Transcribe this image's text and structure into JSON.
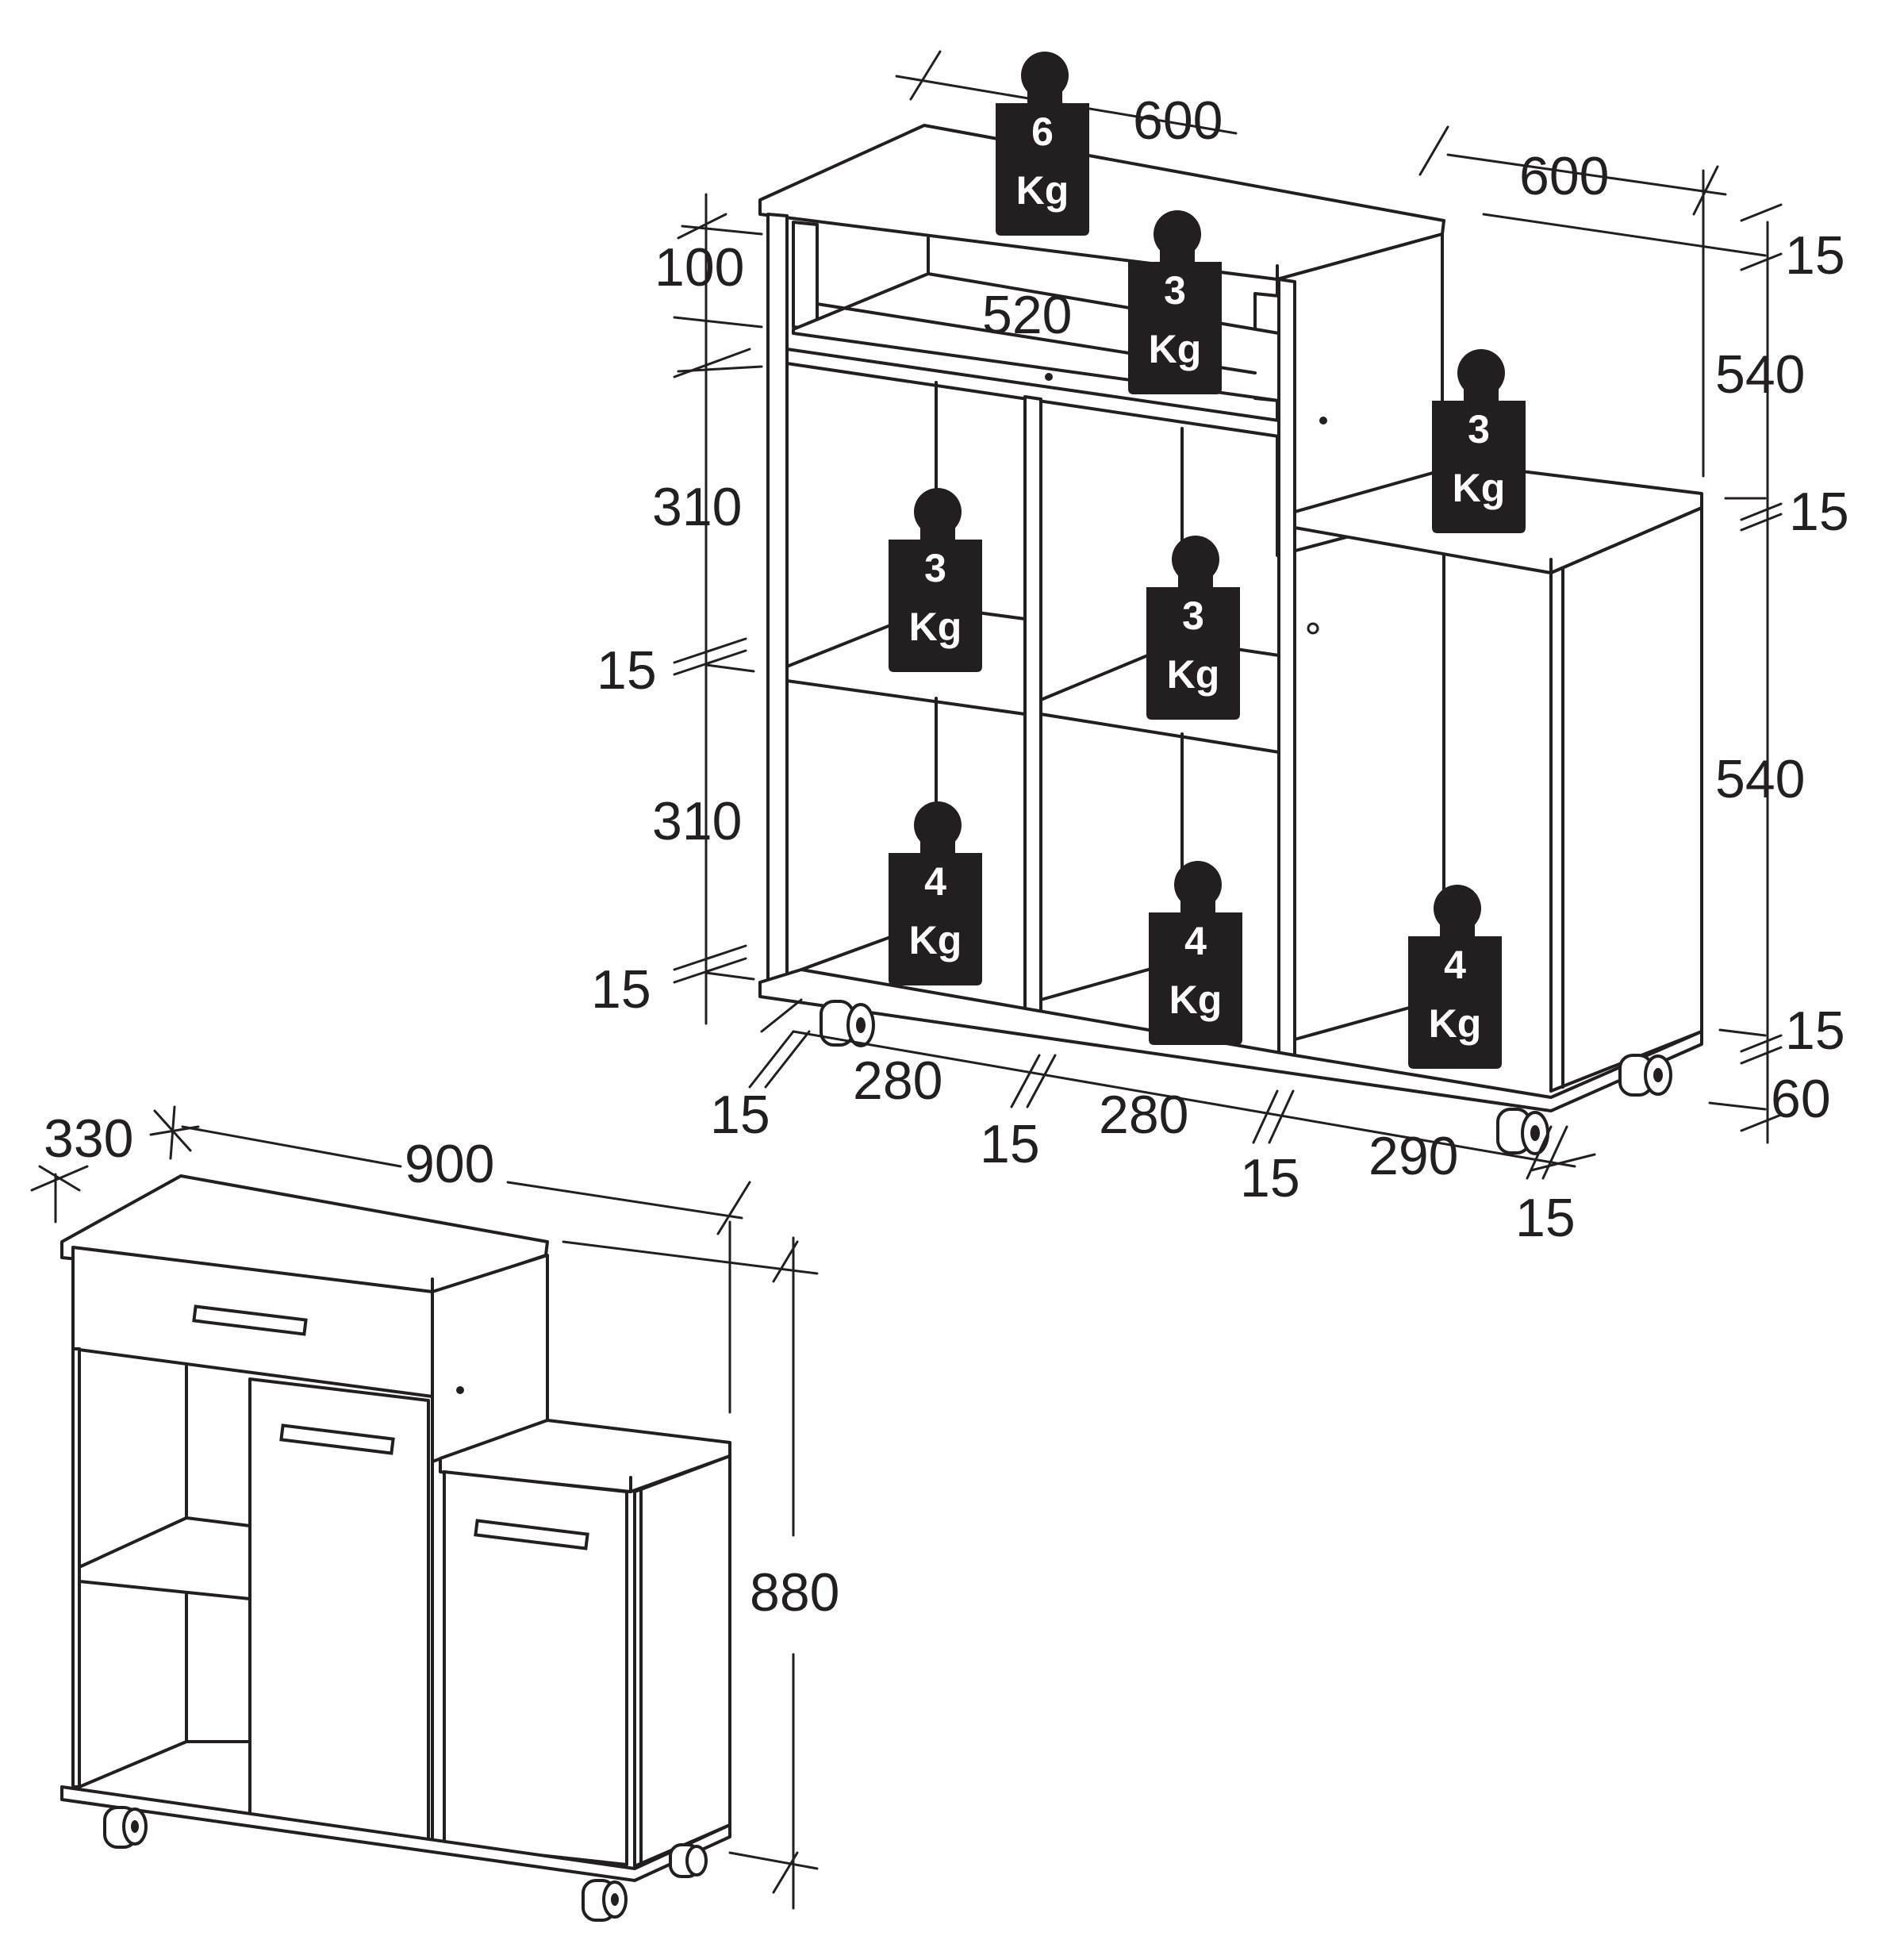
{
  "dimensions": {
    "top_view": {
      "width_left_top": "600",
      "width_right_top": "600",
      "top_thickness": "15",
      "height_upper_right": "540",
      "divider_thickness_right": "15",
      "height_lower_right": "540",
      "bottom_thickness_right": "15",
      "wheel_height": "60",
      "drawer_height": "100",
      "drawer_width": "520",
      "shelf_height_upper": "310",
      "shelf_thickness": "15",
      "shelf_height_lower": "310",
      "bottom_thickness_left": "15",
      "side_1": "15",
      "compartment_1": "280",
      "side_2": "15",
      "compartment_2": "280",
      "side_3": "15",
      "compartment_3": "290",
      "side_4": "15"
    },
    "front_view": {
      "depth": "330",
      "width": "900",
      "height": "880"
    }
  },
  "weights": [
    {
      "id": "top-drawer-top",
      "value": "6",
      "unit": "Kg"
    },
    {
      "id": "drawer",
      "value": "3",
      "unit": "Kg"
    },
    {
      "id": "right-top",
      "value": "3",
      "unit": "Kg"
    },
    {
      "id": "shelf-left-upper",
      "value": "3",
      "unit": "Kg"
    },
    {
      "id": "shelf-mid-upper",
      "value": "3",
      "unit": "Kg"
    },
    {
      "id": "bottom-left",
      "value": "4",
      "unit": "Kg"
    },
    {
      "id": "bottom-mid",
      "value": "4",
      "unit": "Kg"
    },
    {
      "id": "bottom-right",
      "value": "4",
      "unit": "Kg"
    }
  ]
}
